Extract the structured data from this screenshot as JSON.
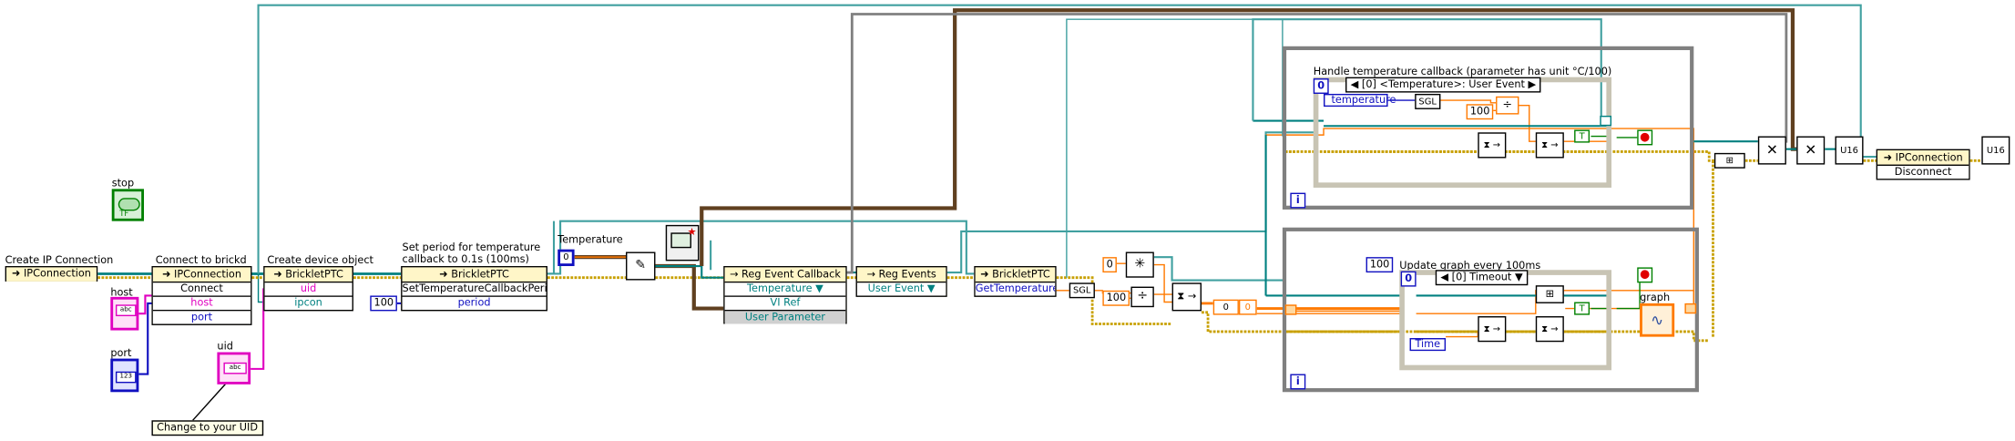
{
  "colors": {
    "wire_teal": "#008080",
    "wire_cyan": "#40a0a0",
    "wire_error": "#c8a000",
    "wire_orange": "#ff7a00",
    "wire_magenta": "#e000c0",
    "wire_blue": "#1010c0",
    "wire_brown": "#604020",
    "frame_gray": "#808080"
  },
  "labels": {
    "create_ip": "Create IP Connection",
    "connect_to_brickd": "Connect to brickd",
    "create_device": "Create device object",
    "set_period_1": "Set period for temperature",
    "set_period_2": "callback to 0.1s (100ms)",
    "temperature": "Temperature",
    "stop": "stop",
    "host": "host",
    "port": "port",
    "uid": "uid",
    "note": "Change to your UID",
    "handle_callback": "Handle temperature callback (parameter has unit °C/100)",
    "update_graph": "Update graph every 100ms",
    "graph": "graph"
  },
  "nodes": {
    "ipconnection1": {
      "title": "IPConnection"
    },
    "connect": {
      "title": "IPConnection",
      "method": "Connect",
      "host": "host",
      "port": "port"
    },
    "brickletptc1": {
      "title": "BrickletPTC",
      "uid": "uid",
      "ipcon": "ipcon"
    },
    "brickletptc2": {
      "title": "BrickletPTC",
      "method": "SetTemperatureCallbackPeriod",
      "period": "period"
    },
    "reg_event_cb": {
      "title": "Reg Event Callback",
      "rows": [
        "Temperature",
        "VI Ref",
        "User Parameter"
      ]
    },
    "reg_events": {
      "title": "Reg Events",
      "row": "User Event"
    },
    "brickletptc3": {
      "title": "BrickletPTC",
      "row": "GetTemperature"
    },
    "ipconnection_end": {
      "title": "IPConnection",
      "row": "Disconnect"
    }
  },
  "constants": {
    "c100_period": "100",
    "c100_div": "100",
    "c100_div2": "100",
    "c0": "0",
    "c0_array": "0",
    "c0_array2": "0",
    "c100_timeout": "100",
    "i32": "0",
    "sgl": "SGL",
    "sgl2": "SGL",
    "true": "T",
    "true2": "T"
  },
  "controls": {
    "host_type": "abc",
    "port_type": "123",
    "uid_type": "abc",
    "stop_type": "TF",
    "bool_type": "TF",
    "str_type": "abc",
    "u16": "U16"
  },
  "events": {
    "temp_case": "[0] <Temperature>: User Event",
    "timeout_case": "[0] Timeout",
    "temp_node": "temperature",
    "time_node": "Time",
    "loop_index": "i",
    "loop_index2": "i",
    "case_index": "0",
    "case_index2": "0"
  },
  "glyphs": {
    "arrow": "➜",
    "arrow_short": "→",
    "dropdown": "▼",
    "dropdown_left": "◀",
    "dropdown_right": "▶",
    "flag": "✎",
    "divide": "÷",
    "x": "✕",
    "hourglass_time": "⧗ →",
    "bundle": "⊞",
    "wave": "∿",
    "stop_dot": "●",
    "asterisk": "✳",
    "star": "★",
    "blank": ""
  }
}
